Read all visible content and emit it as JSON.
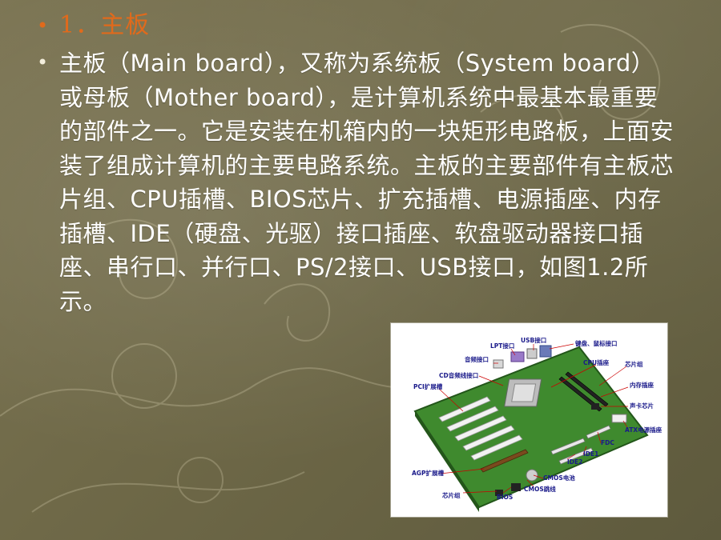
{
  "heading": {
    "text": "1．主板",
    "bullet": "•"
  },
  "paragraph": {
    "bullet": "•",
    "text": "主板（Main board），又称为系统板（System board）或母板（Mother board），是计算机系统中最基本最重要的部件之一。它是安装在机箱内的一块矩形电路板，上面安装了组成计算机的主要电路系统。主板的主要部件有主板芯片组、CPU插槽、BIOS芯片、扩充插槽、电源插座、内存插槽、IDE（硬盘、光驱）接口插座、软盘驱动器接口插座、串行口、并行口、PS/2接口、USB接口，如图1.2所示。"
  },
  "figure": {
    "labels": {
      "lpt": "LPT接口",
      "usb": "USB接口",
      "keyboard": "键盘、鼠标接口",
      "audio": "音频接口",
      "cpu_socket": "CPU插座",
      "chipset_top": "芯片组",
      "cd_audio": "CD音频线接口",
      "memory": "内存插座",
      "pci": "PCI扩展槽",
      "sound_chip": "声卡芯片",
      "atx": "ATX电源插座",
      "fdc": "FDC",
      "ide1": "IDE1",
      "ide2": "IDE2",
      "agp": "AGP扩展槽",
      "cmos_battery": "CMOS电池",
      "cmos_jumper": "CMOS跳线",
      "chipset_bottom": "芯片组",
      "bios": "BIOS"
    }
  }
}
